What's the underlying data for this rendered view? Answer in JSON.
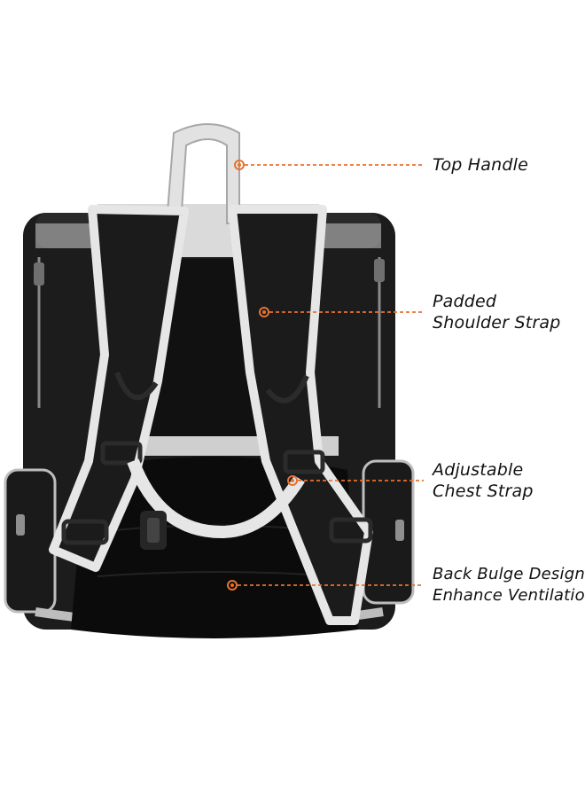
{
  "colors": {
    "accent": "#e8722f",
    "bag_body": "#1e1e1e",
    "bag_dark": "#0f0f0f",
    "strap_trim": "#dcdcdc",
    "hardware": "#2b2b2b"
  },
  "callouts": [
    {
      "id": "top-handle",
      "lines": [
        "Top Handle"
      ]
    },
    {
      "id": "padded-shoulder-strap",
      "lines": [
        "Padded",
        "Shoulder Strap"
      ]
    },
    {
      "id": "adjustable-chest-strap",
      "lines": [
        "Adjustable",
        "Chest Strap"
      ]
    },
    {
      "id": "back-bulge-design",
      "lines": [
        "Back Bulge Design",
        "Enhance Ventilation"
      ]
    }
  ]
}
